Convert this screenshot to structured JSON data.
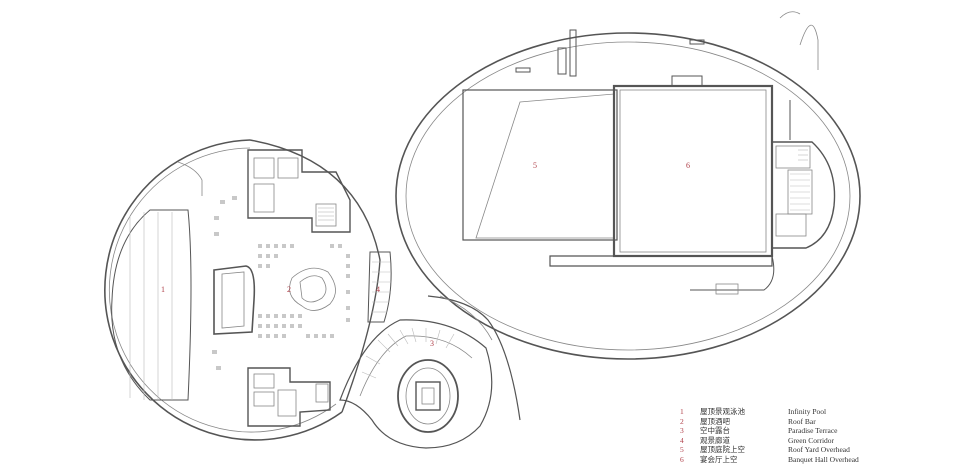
{
  "labels": {
    "infinity_pool": "1",
    "roof_bar": "2",
    "paradise_terrace": "3",
    "green_corridor": "4",
    "roof_yard_overhead": "5",
    "banquet_hall_overhead": "6"
  },
  "legend": [
    {
      "num": "1",
      "cn": "屋顶景观泳池",
      "en": "Infinity Pool"
    },
    {
      "num": "2",
      "cn": "屋顶酒吧",
      "en": "Roof Bar"
    },
    {
      "num": "3",
      "cn": "空中露台",
      "en": "Paradise Terrace"
    },
    {
      "num": "4",
      "cn": "观景廊道",
      "en": "Green Corridor"
    },
    {
      "num": "5",
      "cn": "屋顶庭院上空",
      "en": "Roof Yard Overhead"
    },
    {
      "num": "6",
      "cn": "宴会厅上空",
      "en": "Banquet Hall Overhead"
    }
  ],
  "colors": {
    "label_red": "#b0404a",
    "line": "#555555"
  }
}
